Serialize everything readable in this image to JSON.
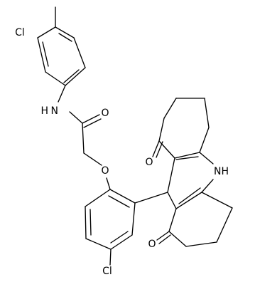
{
  "structure": {
    "atom_labels": {
      "cl_top": "Cl",
      "methyl": "",
      "amide_n": "N",
      "amide_h": "H",
      "amide_o": "O",
      "ether_o": "O",
      "nh": "NH",
      "ketone_o_upper": "O",
      "ketone_o_lower": "O",
      "cl_bottom": "Cl"
    }
  }
}
